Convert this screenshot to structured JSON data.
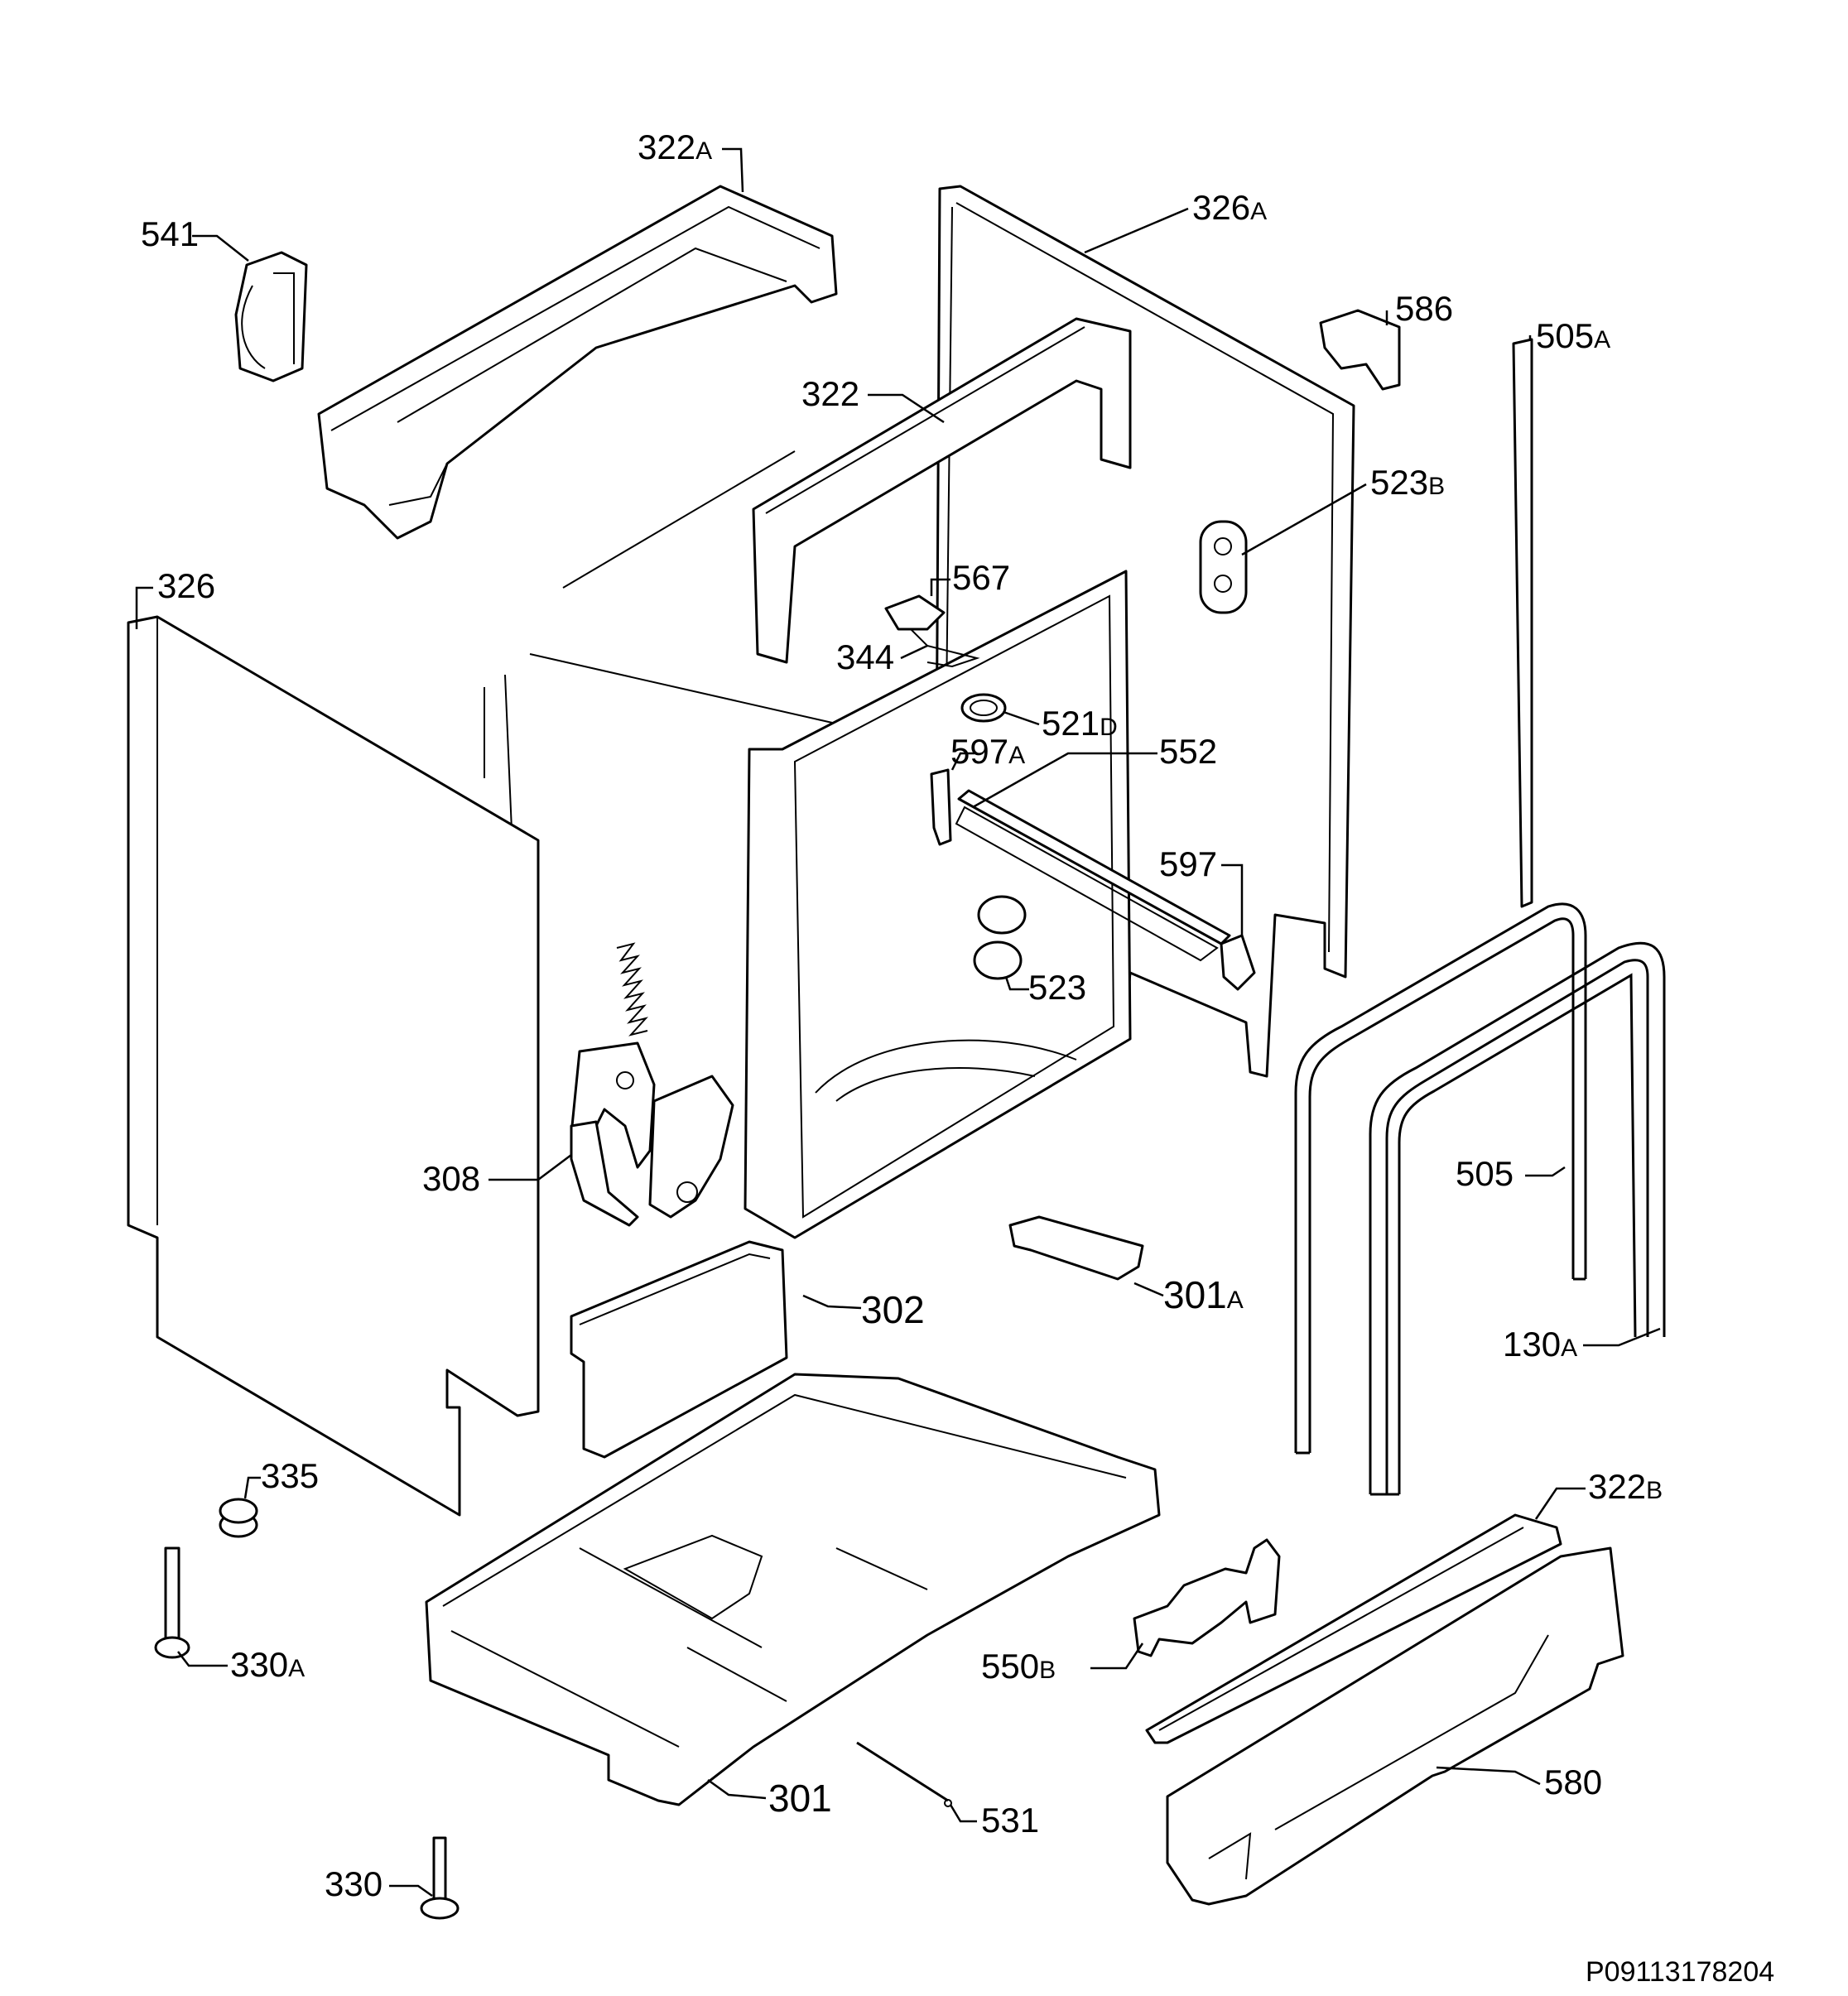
{
  "labels": {
    "p322a": {
      "num": "322",
      "suffix": "A"
    },
    "p541": {
      "num": "541",
      "suffix": ""
    },
    "p326a": {
      "num": "326",
      "suffix": "A"
    },
    "p586": {
      "num": "586",
      "suffix": ""
    },
    "p505a": {
      "num": "505",
      "suffix": "A"
    },
    "p322": {
      "num": "322",
      "suffix": ""
    },
    "p523b": {
      "num": "523",
      "suffix": "B"
    },
    "p326": {
      "num": "326",
      "suffix": ""
    },
    "p567": {
      "num": "567",
      "suffix": ""
    },
    "p344": {
      "num": "344",
      "suffix": ""
    },
    "p521d": {
      "num": "521",
      "suffix": "D"
    },
    "p597a": {
      "num": "597",
      "suffix": "A"
    },
    "p552": {
      "num": "552",
      "suffix": ""
    },
    "p597": {
      "num": "597",
      "suffix": ""
    },
    "p523": {
      "num": "523",
      "suffix": ""
    },
    "p308": {
      "num": "308",
      "suffix": ""
    },
    "p505": {
      "num": "505",
      "suffix": ""
    },
    "p302": {
      "num": "302",
      "suffix": ""
    },
    "p301a": {
      "num": "301",
      "suffix": "A"
    },
    "p130a": {
      "num": "130",
      "suffix": "A"
    },
    "p335": {
      "num": "335",
      "suffix": ""
    },
    "p322b": {
      "num": "322",
      "suffix": "B"
    },
    "p330a": {
      "num": "330",
      "suffix": "A"
    },
    "p550b": {
      "num": "550",
      "suffix": "B"
    },
    "p580": {
      "num": "580",
      "suffix": ""
    },
    "p301": {
      "num": "301",
      "suffix": ""
    },
    "p531": {
      "num": "531",
      "suffix": ""
    },
    "p330": {
      "num": "330",
      "suffix": ""
    }
  },
  "diagram_code": "P09113178204"
}
